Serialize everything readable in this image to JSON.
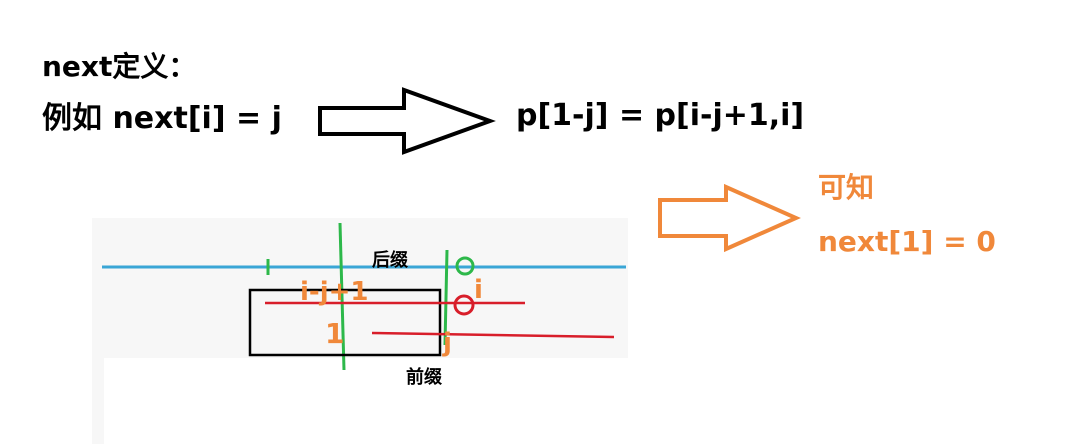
{
  "title": "next定义：",
  "example": "例如 next[i] = j",
  "result": "p[1-j] = p[i-j+1,i]",
  "conclusion": {
    "heading": "可知",
    "formula": "next[1] = 0"
  },
  "diagram": {
    "suffix_label": "后缀",
    "prefix_label": "前缀",
    "label_i_j_1": "i-j+1",
    "label_i": "i",
    "label_1": "1",
    "label_j": "j"
  },
  "colors": {
    "black": "#000000",
    "orange": "#f0883a",
    "blue_line": "#3aa6d6",
    "green": "#2db84a",
    "red": "#d81e2a",
    "panel_bg": "#f7f7f7"
  }
}
